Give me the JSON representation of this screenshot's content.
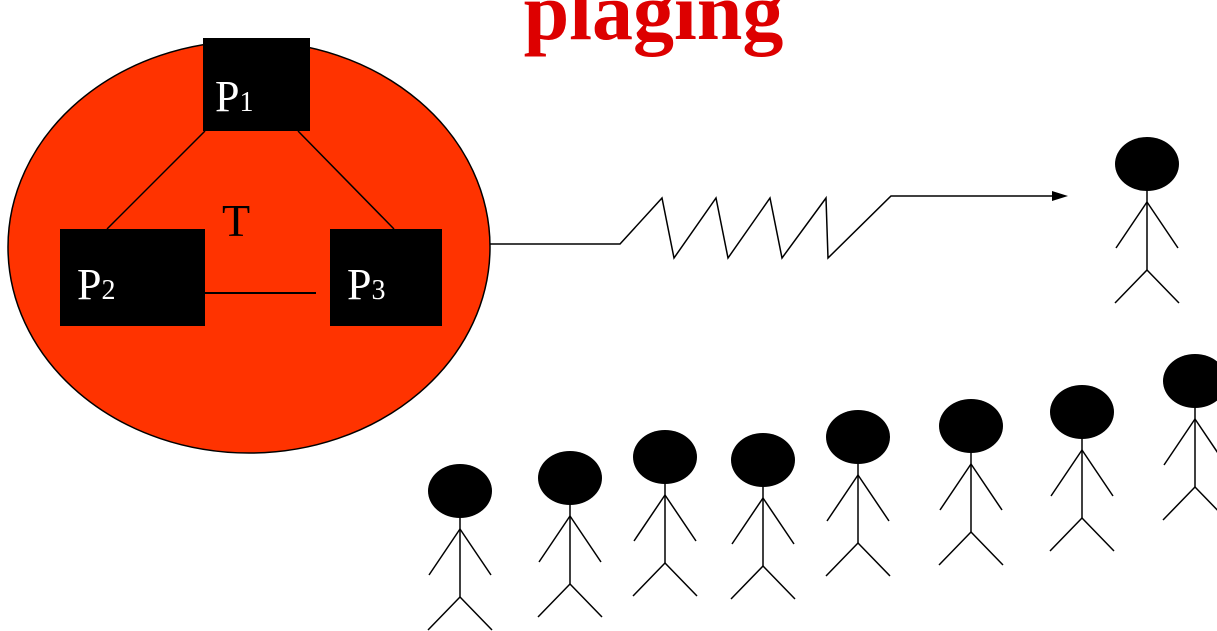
{
  "title": "plaging",
  "colors": {
    "title": "#dd0000",
    "circle_fill": "#ff3300",
    "box_fill": "#000000",
    "box_text": "#ffffff",
    "stroke": "#000000"
  },
  "nodes": {
    "p1": {
      "main": "P",
      "sub": "1"
    },
    "p2": {
      "main": "P",
      "sub": "2"
    },
    "p3": {
      "main": "P",
      "sub": "3"
    }
  },
  "triangle_label": "T",
  "icons": {
    "stick_figure": "person-icon",
    "signal": "zigzag-signal-arrow"
  }
}
